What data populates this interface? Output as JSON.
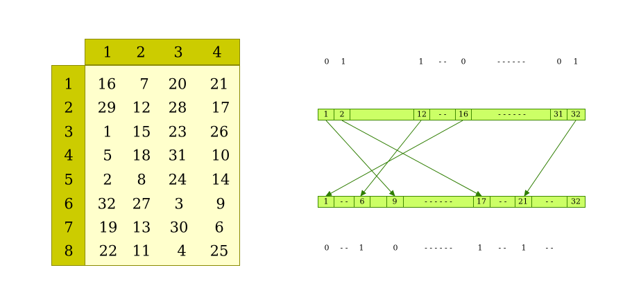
{
  "table": {
    "col_headers": [
      "1",
      "2",
      "3",
      "4"
    ],
    "row_headers": [
      "1",
      "2",
      "3",
      "4",
      "5",
      "6",
      "7",
      "8"
    ],
    "rows": [
      [
        "16",
        "7",
        "20",
        "21"
      ],
      [
        "29",
        "12",
        "28",
        "17"
      ],
      [
        "1",
        "15",
        "23",
        "26"
      ],
      [
        "5",
        "18",
        "31",
        "10"
      ],
      [
        "2",
        "8",
        "24",
        "14"
      ],
      [
        "32",
        "27",
        "3",
        "9"
      ],
      [
        "19",
        "13",
        "30",
        "6"
      ],
      [
        "22",
        "11",
        "4",
        "25"
      ]
    ]
  },
  "top_bits": [
    "0",
    "1",
    "1",
    "- -",
    "0",
    "- - - - - -",
    "0",
    "1"
  ],
  "bottom_bits": [
    "0",
    "- -",
    "1",
    "0",
    "- - - - - -",
    "1",
    "- -",
    "1",
    "- -"
  ],
  "top_bar": [
    "1",
    "2",
    "12",
    "- -",
    "16",
    "- - - - - -",
    "31",
    "32"
  ],
  "bottom_bar": [
    "1",
    "- -",
    "6",
    "9",
    "- - - - - -",
    "17",
    "- -",
    "21",
    "- -",
    "32"
  ],
  "colors": {
    "header": "#cccc00",
    "table_body": "#ffffcc",
    "bar_fill": "#ccff66",
    "arrow": "#2e7d00"
  }
}
